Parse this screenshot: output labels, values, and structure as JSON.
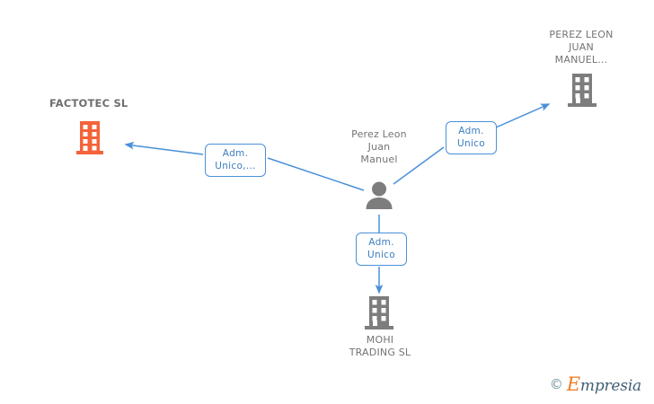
{
  "diagram": {
    "title": "Corporate relationship graph",
    "background_color": "#ffffff",
    "edge_color": "#4a90d9",
    "company_icon_color": "#7d7d7d",
    "highlight_company_icon_color": "#f4633a",
    "person_icon_color": "#7d7d7d",
    "label_color": "#737373"
  },
  "nodes": [
    {
      "id": "factotec",
      "label": "FACTOTEC SL",
      "icon": "company-building-icon",
      "icon_color": "#f4633a",
      "highlighted": true
    },
    {
      "id": "perez-leon-company",
      "label": "PEREZ LEON\nJUAN\nMANUEL...",
      "icon": "company-building-icon",
      "icon_color": "#7d7d7d",
      "highlighted": false
    },
    {
      "id": "perez-leon-person",
      "label": "Perez Leon\nJuan\nManuel",
      "icon": "person-icon",
      "icon_color": "#7d7d7d",
      "highlighted": false
    },
    {
      "id": "mohi-trading",
      "label": "MOHI\nTRADING SL",
      "icon": "company-building-icon",
      "icon_color": "#7d7d7d",
      "highlighted": false
    }
  ],
  "edges": [
    {
      "id": "edge-person-to-factotec",
      "from": "perez-leon-person",
      "to": "factotec",
      "badge": "Adm.\nUnico,..."
    },
    {
      "id": "edge-person-to-perez-leon-company",
      "from": "perez-leon-person",
      "to": "perez-leon-company",
      "badge": "Adm.\nUnico"
    },
    {
      "id": "edge-person-to-mohi",
      "from": "perez-leon-person",
      "to": "mohi-trading",
      "badge": "Adm.\nUnico"
    }
  ],
  "watermark": {
    "copyright": "©",
    "brand_initial": "E",
    "brand_rest": "mpresia"
  }
}
